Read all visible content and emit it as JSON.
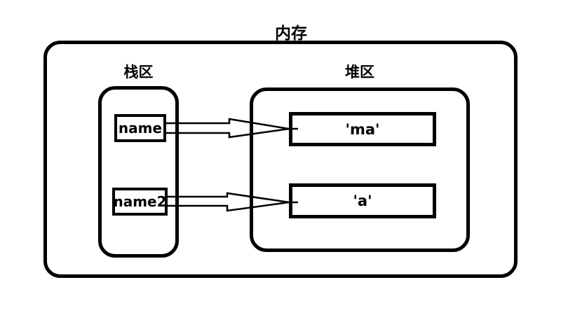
{
  "diagram": {
    "title": "内存",
    "stack": {
      "label": "栈区",
      "variables": [
        {
          "name": "name"
        },
        {
          "name": "name2"
        }
      ]
    },
    "heap": {
      "label": "堆区",
      "values": [
        {
          "value": "'ma'"
        },
        {
          "value": "'a'"
        }
      ]
    },
    "arrows": [
      {
        "from": "name",
        "to": "'ma'"
      },
      {
        "from": "name2",
        "to": "'a'"
      }
    ],
    "colors": {
      "stroke": "#000000",
      "background": "#ffffff"
    }
  }
}
